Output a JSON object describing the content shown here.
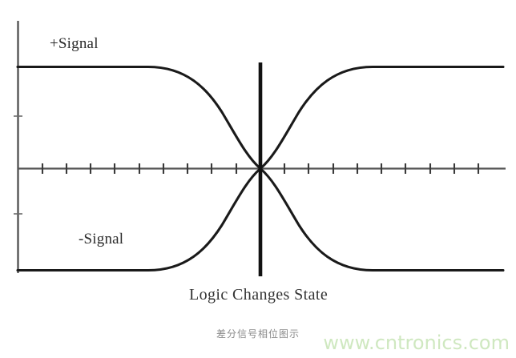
{
  "figure": {
    "caption_zh": "差分信号相位图示",
    "watermark": "www.cntronics.com",
    "background_color": "#ffffff",
    "line_color": "#1a1a1a",
    "axis_color": "#555555",
    "watermark_color": "#cfe8c0",
    "caption_color": "#8a8a8a"
  },
  "labels": {
    "plus_signal": "+Signal",
    "minus_signal": "-Signal",
    "logic_changes_state": "Logic Changes State"
  },
  "chart_data": {
    "type": "line",
    "title": "差分信号相位图示",
    "subtitle": "Logic Changes State",
    "xlabel": "",
    "ylabel": "",
    "grid": false,
    "legend_position": "inline-annotation",
    "xlim": [
      -10.1,
      10.1
    ],
    "ylim": [
      -1.45,
      1.45
    ],
    "axis": {
      "x_axis_y": 0,
      "y_axis_x": -10.1,
      "x_axis_visible": true,
      "y_axis_visible": true,
      "tick_count": 20,
      "tick_spacing": 1,
      "tick_values": [
        -9,
        -8,
        -7,
        -6,
        -5,
        -4,
        -3,
        -2,
        -1,
        0,
        1,
        2,
        3,
        4,
        5,
        6,
        7,
        8,
        9
      ],
      "tick_labels": []
    },
    "annotations": [
      {
        "text": "+Signal",
        "x": -7.2,
        "y": 1.18
      },
      {
        "text": "-Signal",
        "x": -5.1,
        "y": -0.78
      },
      {
        "text": "Logic Changes State",
        "x": 0.0,
        "y": -1.3
      }
    ],
    "marker_line": {
      "name": "Logic Changes State",
      "x": 0,
      "y_from": -1.27,
      "y_to": 1.27,
      "orientation": "vertical",
      "color": "#1a1a1a"
    },
    "x": [
      -10.1,
      -9,
      -8,
      -7,
      -6,
      -5,
      -4,
      -3,
      -2,
      -1,
      0,
      1,
      2,
      3,
      4,
      5,
      6,
      7,
      8,
      9,
      10.1
    ],
    "series": [
      {
        "name": "+Signal",
        "color": "#1a1a1a",
        "values": [
          1,
          1,
          1,
          1,
          1,
          1,
          0.985,
          0.9,
          0.72,
          0.4,
          0,
          -0.4,
          -0.72,
          -0.9,
          -0.985,
          -1,
          -1,
          -1,
          -1,
          -1,
          -1
        ]
      },
      {
        "name": "-Signal",
        "color": "#1a1a1a",
        "values": [
          -1,
          -1,
          -1,
          -1,
          -1,
          -1,
          -0.985,
          -0.9,
          -0.72,
          -0.4,
          0,
          0.4,
          0.72,
          0.9,
          0.985,
          1,
          1,
          1,
          1,
          1,
          1
        ]
      }
    ]
  }
}
